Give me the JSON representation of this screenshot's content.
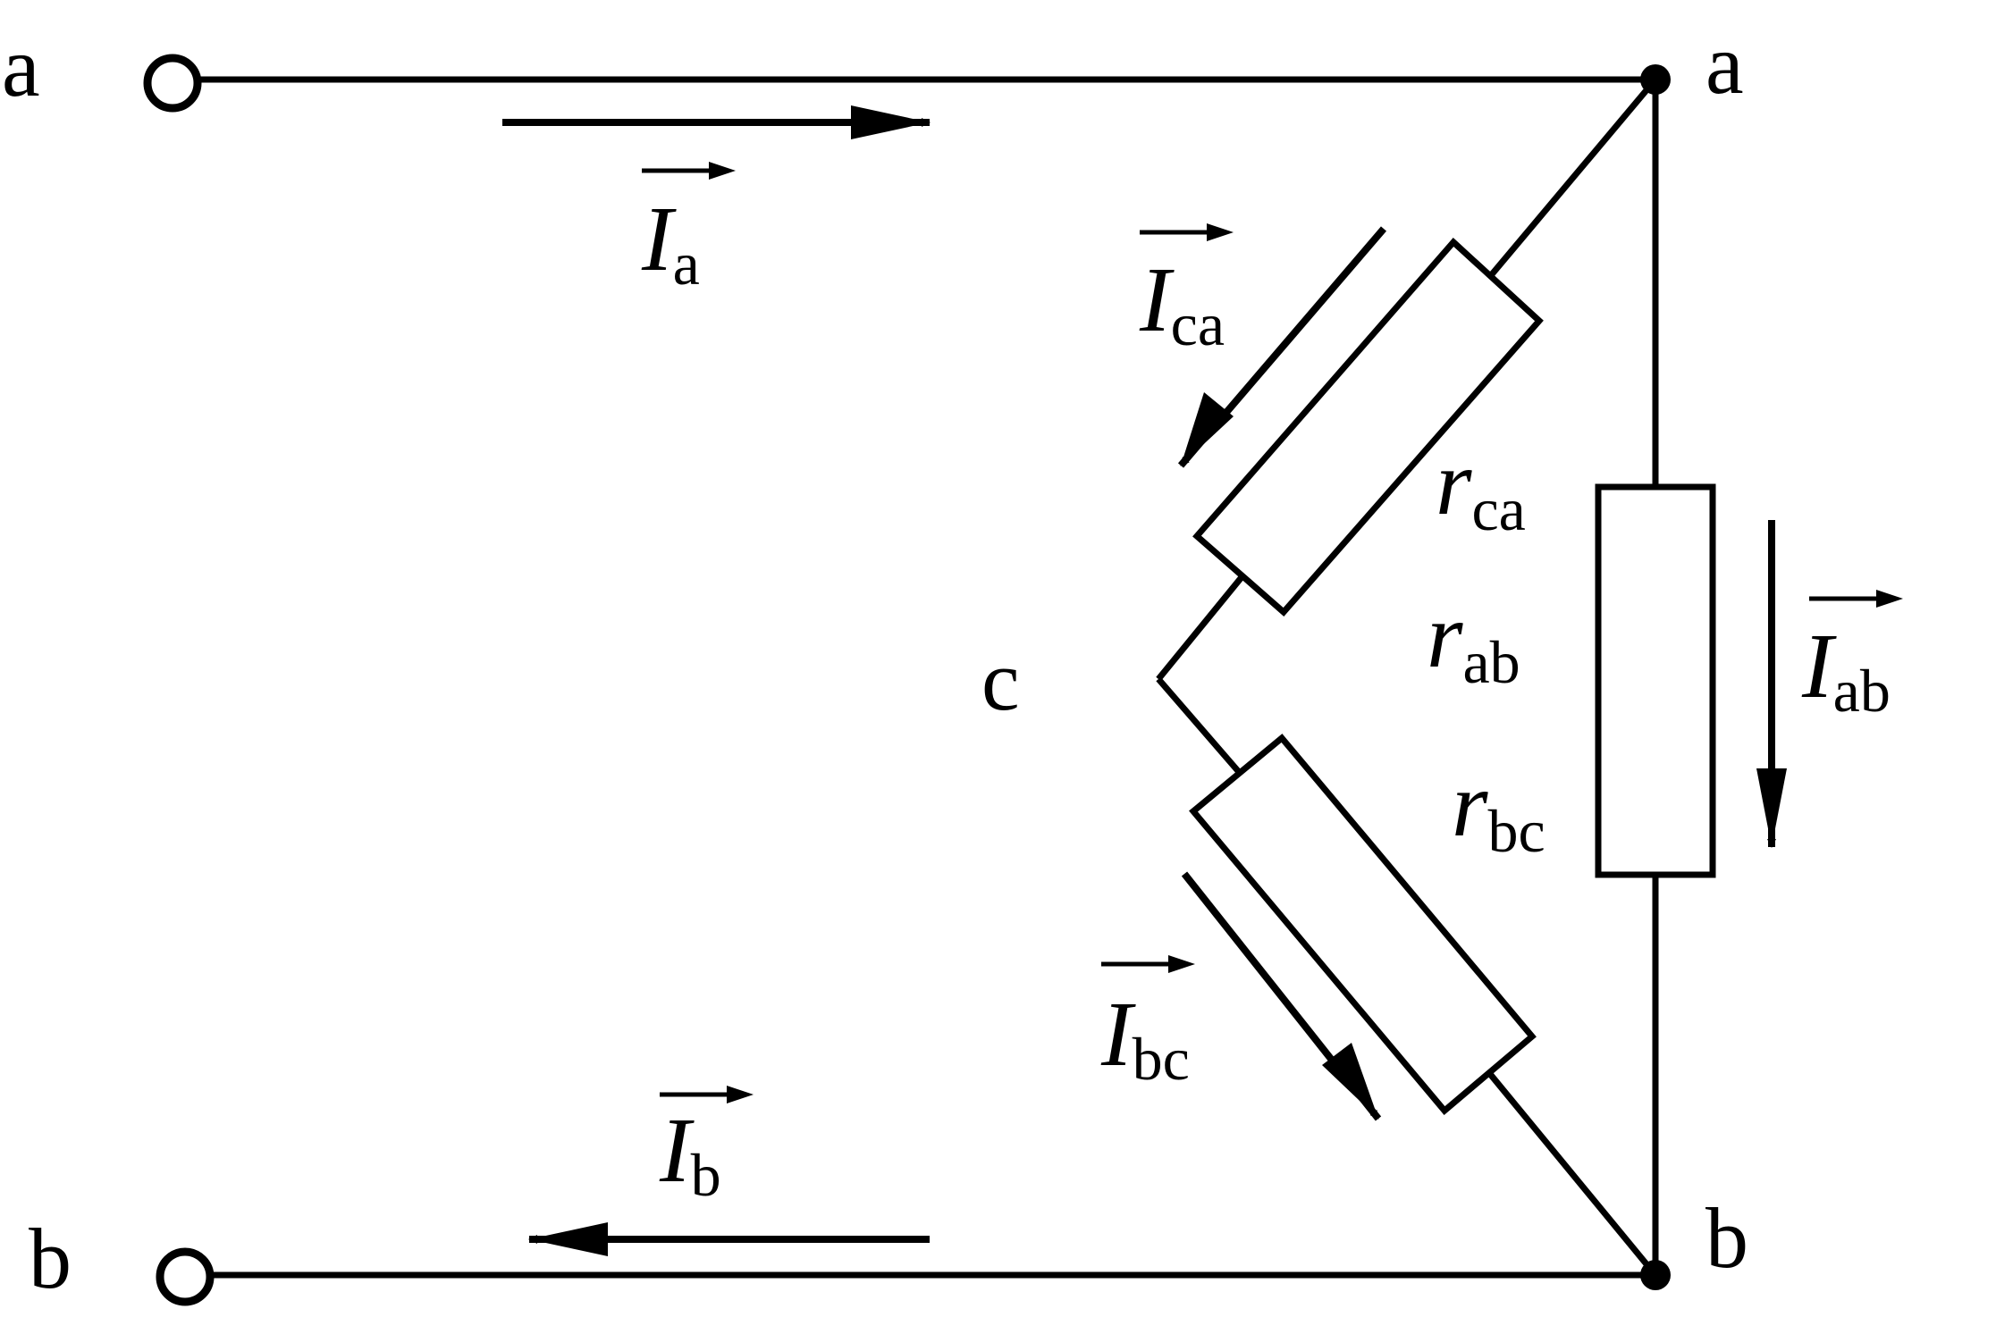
{
  "nodes": {
    "a_left": "a",
    "b_left": "b",
    "a_right": "a",
    "b_right": "b",
    "c": "c"
  },
  "currents": {
    "Ia": {
      "symbol": "I",
      "sub": "a"
    },
    "Ib": {
      "symbol": "I",
      "sub": "b"
    },
    "Ica": {
      "symbol": "I",
      "sub": "ca"
    },
    "Ibc": {
      "symbol": "I",
      "sub": "bc"
    },
    "Iab": {
      "symbol": "I",
      "sub": "ab"
    }
  },
  "resistors": {
    "rca": {
      "symbol": "r",
      "sub": "ca"
    },
    "rab": {
      "symbol": "r",
      "sub": "ab"
    },
    "rbc": {
      "symbol": "r",
      "sub": "bc"
    }
  }
}
